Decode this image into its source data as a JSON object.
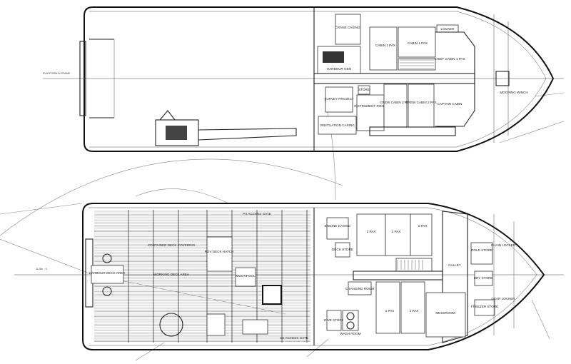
{
  "title": "General arrangement - deck plans",
  "upper_deck": {
    "annotation_left": "PLATFORM A-FRAME",
    "labels": {
      "crane_casing": "CRANE CASING",
      "harbour_gen": "HARBOUR GEN",
      "survey_project": "SURVEY PROJECT",
      "store": "STORE",
      "instrument_room": "INSTRUMENT ROOM",
      "ventilation_casing": "VENTILATION CASING",
      "cabin_2pax_a": "CABIN 2 PAX",
      "cabin_1pax": "CABIN 1 PAX",
      "chief_cabin": "CHIEF CABIN 1 PAX",
      "locker": "LOCKER",
      "crew_cabin_a": "CREW CABIN 2 PAX",
      "crew_cabin_b": "CREW CABIN 2 PAX",
      "captain_cabin": "CAPTAIN CABIN",
      "mooring_winch": "MOORING WINCH"
    }
  },
  "main_deck": {
    "annotation_left": "11.5m - 0",
    "labels": {
      "harbour_deck_area": "HARBOUR DECK AREA",
      "ps_access_gate": "PS ACCESS GATE",
      "ss_access_gate": "SS ACCESS GATE",
      "container_deck": "CONTAINER DECK COVERING",
      "moonpool_hatch": "MOONPOOL",
      "deck_hatch": "ROV DECK HATCH",
      "working_deck": "WORKING DECK AREA",
      "engine_casing": "ENGINE CASING",
      "deck_store": "DECK STORE",
      "pax_1": "2 PAX",
      "pax_2": "2 PAX",
      "pax_3": "2 PAX",
      "pax_4": "2 PAX",
      "galley": "GALLEY",
      "cold_store": "COLD STORE",
      "freezer_store": "FREEZER STORE",
      "messroom": "MESSROOM",
      "changing_room": "CHANGING ROOM",
      "dive_store": "DIVE STORE",
      "wash_room": "WASH ROOM",
      "chain_locker": "CHAIN LOCKER",
      "gear_locker": "GEAR LOCKER",
      "dry_store": "DRY STORE"
    }
  }
}
